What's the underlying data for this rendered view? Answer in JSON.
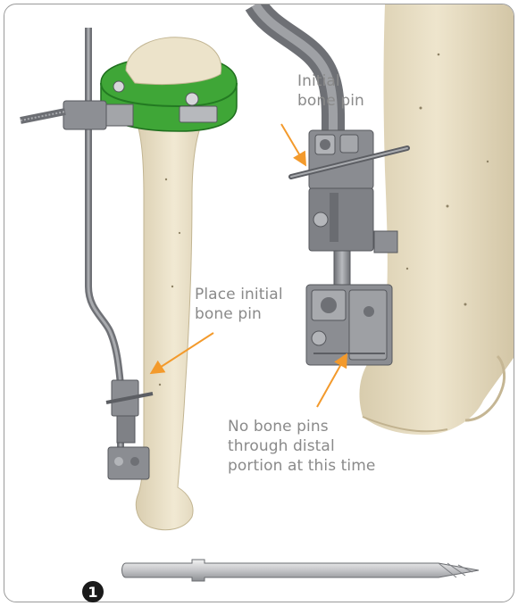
{
  "figure": {
    "step_number": "1",
    "callouts": {
      "initial_pin": "Initial\nbone pin",
      "place_pin": "Place initial\nbone pin",
      "no_pins": "No bone pins\nthrough distal\nportion at this time"
    },
    "colors": {
      "frame_border": "#9a9a9a",
      "callout_text": "#8a8a8a",
      "arrow": "#f39a2c",
      "bone": "#e9dfc4",
      "bone_shadow": "#cbbd9c",
      "ring": "#3fa637",
      "ring_dark": "#237a22",
      "metal": "#8e9095",
      "metal_dark": "#5f6166",
      "metal_light": "#c7c9cd",
      "badge": "#1a1a1a"
    },
    "icons": [
      "step-number-badge",
      "drill-bit-icon",
      "callout-arrow"
    ]
  }
}
